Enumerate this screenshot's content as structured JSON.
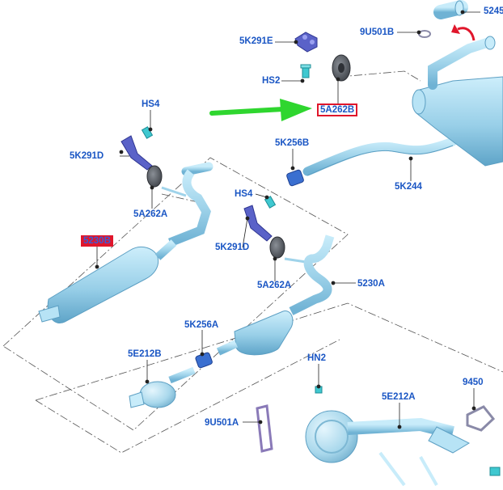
{
  "diagram": {
    "labels": {
      "5245": "5245",
      "9U501B": "9U501B",
      "5K291E": "5K291E",
      "HS2": "HS2",
      "5A262B": "5A262B",
      "HS4_top": "HS4",
      "5K291D_top": "5K291D",
      "5A262A_top": "5A262A",
      "5K256B": "5K256B",
      "5K244": "5K244",
      "HS4_mid": "HS4",
      "5K291D_mid": "5K291D",
      "5A262A_mid": "5A262A",
      "5230B": "5230B",
      "5230A": "5230A",
      "5K256A": "5K256A",
      "5E212B": "5E212B",
      "HN2": "HN2",
      "5E212A": "5E212A",
      "9450": "9450",
      "9U501A": "9U501A"
    },
    "highlighted_part": "5A262B",
    "colors": {
      "pipe": "#9fd3ea",
      "pipe_shade": "#6fb2d4",
      "label": "#1a56c4",
      "highlight_border": "#e0162b",
      "arrow_green": "#2fd62f",
      "arrow_red": "#e0162b",
      "isolator": "#555a60",
      "hanger_bracket": "#5a62c8",
      "fastener": "#3fc8d0"
    },
    "icons": [
      "green-pointer-arrow",
      "red-curved-arrow"
    ]
  }
}
